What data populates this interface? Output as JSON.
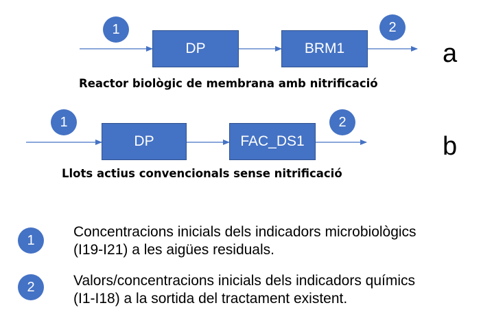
{
  "colors": {
    "box_fill": "#4472C4",
    "arrow": "#4472C4",
    "text": "#000000"
  },
  "diagram_a": {
    "letter": "a",
    "input_marker": "1",
    "output_marker": "2",
    "box1": "DP",
    "box2": "BRM1",
    "caption": "Reactor biològic de membrana amb nitrificació"
  },
  "diagram_b": {
    "letter": "b",
    "input_marker": "1",
    "output_marker": "2",
    "box1": "DP",
    "box2": "FAC_DS1",
    "caption": "Llots actius convencionals sense nitrificació"
  },
  "legend": [
    {
      "marker": "1",
      "line1": "Concentracions inicials dels indicadors microbiològics",
      "line2": "(I19-I21) a les aigües residuals."
    },
    {
      "marker": "2",
      "line1": "Valors/concentracions inicials dels indicadors químics",
      "line2": "(I1-I18) a la sortida del tractament existent."
    }
  ]
}
